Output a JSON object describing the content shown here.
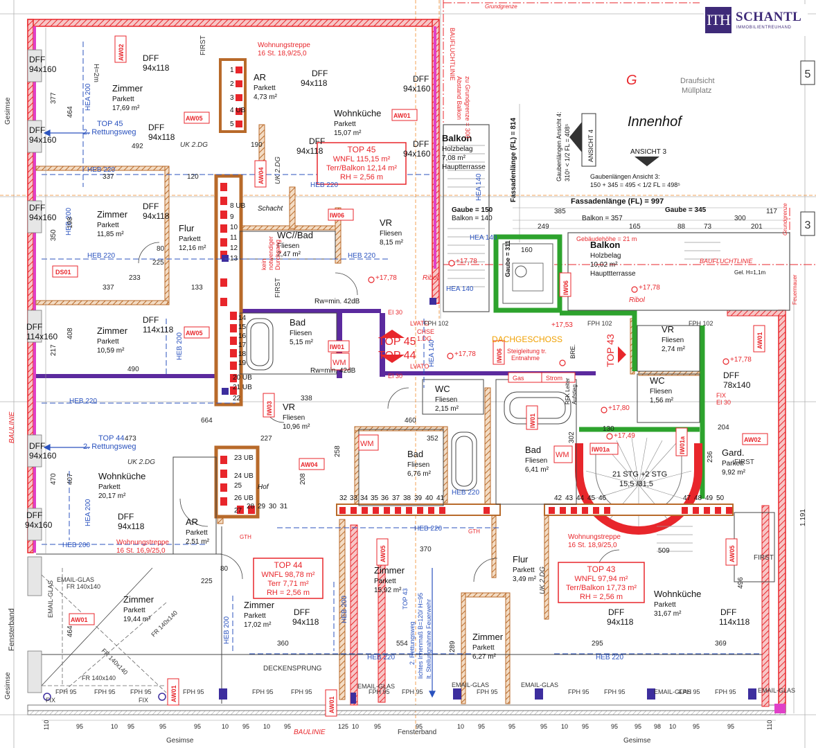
{
  "brand": {
    "logo_mark": "ITH",
    "name": "SCHANTL",
    "tagline": "IMMOBILIENTREUHAND"
  },
  "colors": {
    "wall_red": "#e8262b",
    "wall_purple": "#5b2a9e",
    "wall_brown": "#b86a2a",
    "wall_green": "#2da32d",
    "wall_magenta": "#e040c8",
    "text_red": "#e8262b",
    "text_blue": "#2a52be",
    "line_grey": "#6b6b6b"
  },
  "units": {
    "top45": {
      "title": "TOP 45",
      "wnfl": "WNFL 115,15 m²",
      "terr": "Terr/Balkon 12,14 m²",
      "rh": "RH = 2,56 m"
    },
    "top44": {
      "title": "TOP 44",
      "wnfl": "WNFL 98,78 m²",
      "terr": "Terr 7,71 m²",
      "rh": "RH = 2,56 m"
    },
    "top43": {
      "title": "TOP 43",
      "wnfl": "WNFL 97,94 m²",
      "terr": "Terr/Balkon 17,73 m²",
      "rh": "RH = 2,56 m"
    }
  },
  "rooms": [
    {
      "name": "Zimmer",
      "floor": "Parkett",
      "area": "17,69 m²"
    },
    {
      "name": "AR",
      "floor": "Parkett",
      "area": "4,73 m²"
    },
    {
      "name": "Wohnküche",
      "floor": "Parkett",
      "area": "15,07 m²"
    },
    {
      "name": "Balkon",
      "floor": "Holzbelag",
      "area": "7,08 m²",
      "extra": "Hauptterrasse"
    },
    {
      "name": "Zimmer",
      "floor": "Parkett",
      "area": "11,85 m²"
    },
    {
      "name": "Flur",
      "floor": "Parkett",
      "area": "12,16 m²"
    },
    {
      "name": "WC//Bad",
      "floor": "Fliesen",
      "area": "2,47 m²"
    },
    {
      "name": "VR",
      "floor": "Fliesen",
      "area": "8,15 m²"
    },
    {
      "name": "Balkon",
      "floor": "Holzbelag",
      "area": "10,02 m²",
      "extra": "Haupttterrasse"
    },
    {
      "name": "Zimmer",
      "floor": "Parkett",
      "area": "10,59 m²"
    },
    {
      "name": "Bad",
      "floor": "Fliesen",
      "area": "5,15 m²"
    },
    {
      "name": "VR",
      "floor": "Fliesen",
      "area": "2,74 m²"
    },
    {
      "name": "WC",
      "floor": "Fliesen",
      "area": "1,56 m²"
    },
    {
      "name": "VR",
      "floor": "Fliesen",
      "area": "10,96 m²"
    },
    {
      "name": "WC",
      "floor": "Fliesen",
      "area": "2,15 m²"
    },
    {
      "name": "Bad",
      "floor": "Fliesen",
      "area": "6,76 m²"
    },
    {
      "name": "Bad",
      "floor": "Fliesen",
      "area": "6,41 m²"
    },
    {
      "name": "Gard.",
      "floor": "Parkett",
      "area": "9,92 m²"
    },
    {
      "name": "Wohnküche",
      "floor": "Parkett",
      "area": "20,17 m²"
    },
    {
      "name": "AR",
      "floor": "Parkett",
      "area": "2,51 m²"
    },
    {
      "name": "Zimmer",
      "floor": "Parkett",
      "area": "19,44 m²"
    },
    {
      "name": "Zimmer",
      "floor": "Parkett",
      "area": "17,02 m²"
    },
    {
      "name": "Zimmer",
      "floor": "Parkett",
      "area": "15,92 m²"
    },
    {
      "name": "Flur",
      "floor": "Parkett",
      "area": "3,49 m²"
    },
    {
      "name": "Zimmer",
      "floor": "Parkett",
      "area": "6,27 m²"
    },
    {
      "name": "Wohnküche",
      "floor": "Parkett",
      "area": "31,67 m²"
    }
  ],
  "labels": {
    "innenhof": "Innenhof",
    "g": "G",
    "draufsicht": "Draufsicht",
    "muellplatz": "Müllplatz",
    "dachgeschoss": "DACHGESCHOSS",
    "steigleitung": "Steigleitung tr.",
    "entnahme": "Entnahme",
    "gas": "Gas",
    "strom": "Strom",
    "deckensprung": "DECKENSPRUNG",
    "gesimse": "Gesimse",
    "fensterband": "Fensterband",
    "baulinie": "BAULINIE",
    "bauflucht": "BAUFLUCHTLINIE",
    "grundgrenze": "Grundgrenze",
    "schacht": "Schacht",
    "hof": "Hof",
    "top45_mid": "TOP 45",
    "top44_mid": "TOP 44",
    "top43_mid": "TOP 43",
    "rettung_top45": "TOP 45",
    "rettung_top45_b": "2. Rettungsweg",
    "rettung_top44": "TOP 44",
    "rettung_top44_b": "2. Rettungsweg",
    "rettung_top43": "TOP 43",
    "rettung_top43_b": "2. Rettungsweg",
    "rettung_top43_c": "lichtes Innenmaß B=120/ H=95",
    "rettung_top43_d": "lt. Stellungnahme Feuerwehr",
    "wohnungstreppe_1": "Wohnungstreppe",
    "wohnungstreppe_1b": "16 St. 18,9/25,0",
    "wohnungstreppe_2": "Wohnungstreppe",
    "wohnungstreppe_2b": "16 St. 16,9/25,0",
    "wohnungstreppe_3": "Wohnungstreppe",
    "wohnungstreppe_3b": "16 St. 18,9/25,0",
    "stair_main": "21 STG +2 STG",
    "stair_main_b": "15,5 /31,5",
    "fassade_fl": "Fassadenlänge (FL) = 997",
    "fassade_fl_v": "Fassadenlänge (FL) = 814",
    "gaube_150": "Gaube = 150",
    "gaube_345": "Gaube = 345",
    "gaube_311": "Gaube = 311",
    "balkon_140": "Balkon = 140",
    "balkon_357": "Balkon = 357",
    "gebaeudehoehe": "Gebäudehöhe = 21 m",
    "ansicht3": "ANSICHT 3",
    "ansicht4": "ANSICHT 4",
    "gaub_ans4_a": "Gaubenlängen Ansicht 4:",
    "gaub_ans4_b": "310⁵ < 1/2 FL = 408⁵",
    "gaub_ans3_a": "Gaubenlängen Ansicht 3:",
    "gaub_ans3_b": "150 + 345 = 495 < 1/2 FL = 498⁵",
    "abstand": "Abstand Balkon",
    "abstand_b": "zu Grundgrenze = 300",
    "bauflucht_v": "BAUFLUCHTLINIE",
    "rw_1": "Rw=min. 42dB",
    "rw_2": "Rw=min. 42dB",
    "kein_durchgang": "kein",
    "kein_durchgang_b": "notwendiger",
    "kein_durchgang_c": "Durchgang",
    "gel_h": "Gel. H=1,1m",
    "feuermauer": "Feuermauer",
    "ei30": "EI 30",
    "lvato": "LVATO",
    "email_glas": "EMAIL-GLAS",
    "fix": "FIX",
    "uk2dg": "UK 2.DG",
    "first": "FIRST",
    "h2m": "H=2m",
    "ribol": "Ribol"
  },
  "elevations": [
    "+17,78",
    "+17,78",
    "+17,78",
    "+17,78",
    "+17,78",
    "+17,53",
    "+17,80",
    "+17,49"
  ],
  "tags": {
    "aw": [
      "AW02",
      "AW05",
      "AW01",
      "AW04",
      "AW05",
      "AW04",
      "AW01",
      "AW02",
      "AW05",
      "AW05",
      "AW01",
      "AW01",
      "AW01",
      "AW01"
    ],
    "iw": [
      "IW06",
      "IW01",
      "IW06",
      "IW01",
      "IW01a",
      "IW03",
      "IW06",
      "IW01a"
    ],
    "ds": "DS01"
  },
  "windows": {
    "dff_94x160": "94x160",
    "dff_94x118": "94x118",
    "dff_114x160": "114x160",
    "dff_114x118": "114x118",
    "dff_78x140": "78x140",
    "dff": "DFF",
    "fr_140x140": "FR 140x140",
    "fph_95": "FPH 95",
    "fph_102": "FPH 102"
  },
  "beams": {
    "heb_200": "HEB 200",
    "heb_220": "HEB 220",
    "hea_200": "HEA 200",
    "hea_140": "HEA 140"
  },
  "dimensions": {
    "top_row": [
      "337",
      "120",
      "385",
      "300",
      "117",
      "249",
      "165",
      "88",
      "73",
      "201"
    ],
    "vert_left": [
      "377",
      "464",
      "350",
      "198",
      "408",
      "217",
      "473",
      "407",
      "470",
      "464"
    ],
    "misc": [
      "492",
      "190",
      "225",
      "80",
      "233",
      "337",
      "133",
      "490",
      "664",
      "460",
      "352",
      "338",
      "227",
      "258",
      "208",
      "370",
      "360",
      "554",
      "289",
      "295",
      "369",
      "509",
      "496",
      "1.191",
      "302",
      "236",
      "204",
      "130",
      "160",
      "225",
      "80"
    ],
    "bottom_chain": [
      "110",
      "95",
      "10",
      "95",
      "95",
      "95",
      "10",
      "95",
      "10",
      "95",
      "125",
      "10",
      "95",
      "95",
      "10",
      "95",
      "95",
      "95",
      "10",
      "95",
      "95",
      "95",
      "98",
      "10",
      "95",
      "95",
      "110"
    ]
  },
  "stair_numbers": [
    "8 UB",
    "9",
    "10",
    "11",
    "12",
    "13",
    "14",
    "15",
    "16",
    "17",
    "18",
    "19",
    "20 UB",
    "21 UB",
    "22",
    "23 UB",
    "24 UB",
    "25",
    "26 UB",
    "27",
    "28",
    "29",
    "30",
    "31",
    "32",
    "33",
    "34",
    "35",
    "36",
    "37",
    "38",
    "39",
    "40",
    "41",
    "42",
    "43",
    "44",
    "45",
    "46",
    "47",
    "48",
    "49",
    "50",
    "1",
    "2",
    "3",
    "4 UB",
    "5"
  ],
  "grid_refs": [
    "5",
    "3"
  ],
  "equipment": [
    "WM",
    "WM",
    "WM",
    "BRE.",
    "RFK Leiter",
    "Aufstieg",
    "GTH",
    "GTH",
    "FIX",
    "EI 30",
    "CHSE",
    "1.DG"
  ]
}
